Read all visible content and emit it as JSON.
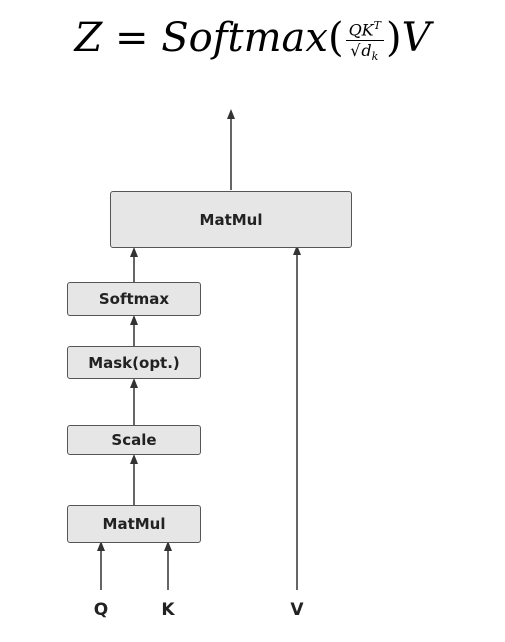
{
  "formula": {
    "lhs": "Z",
    "equals": "=",
    "func": "Softmax",
    "open_paren": "(",
    "num_base": "QK",
    "num_sup": "T",
    "den_sqrt": "√",
    "den_base": "d",
    "den_sub": "k",
    "close_paren": ")",
    "rhs": "V"
  },
  "boxes": {
    "matmul_top": "MatMul",
    "softmax": "Softmax",
    "mask": "Mask(opt.)",
    "scale": "Scale",
    "matmul_bottom": "MatMul"
  },
  "inputs": {
    "q": "Q",
    "k": "K",
    "v": "V"
  },
  "colors": {
    "box_fill": "#e6e6e6",
    "box_border": "#555555",
    "arrow": "#333333"
  }
}
